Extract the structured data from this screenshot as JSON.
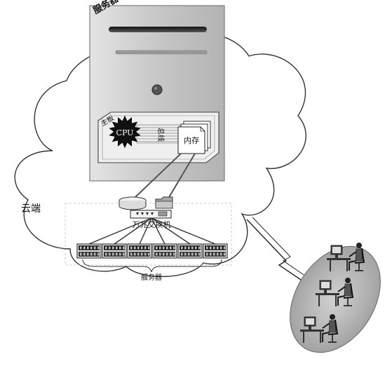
{
  "labels": {
    "server_title": "服务器",
    "mainboard": "主板",
    "cpu": "CPU",
    "bus": "总线",
    "memory": "内存",
    "cloud": "云端",
    "switch": "万兆交换机",
    "server_rack": "服务器"
  },
  "colors": {
    "line": "#222222",
    "server_body": "#c9c9c9",
    "board": "#ececec",
    "terminal_zone": "#b8b8b8",
    "cpu_chip": "#111111"
  },
  "icons": {
    "server_tower": "server-tower-icon",
    "cpu": "cpu-chip-icon",
    "memory": "memory-module-icon",
    "storage": "storage-drive-icon",
    "folder": "folder-icon",
    "switch": "network-switch-icon",
    "lightning": "lightning-link-icon",
    "user": "user-workstation-icon"
  },
  "rack_server_count": 6,
  "user_count": 3
}
